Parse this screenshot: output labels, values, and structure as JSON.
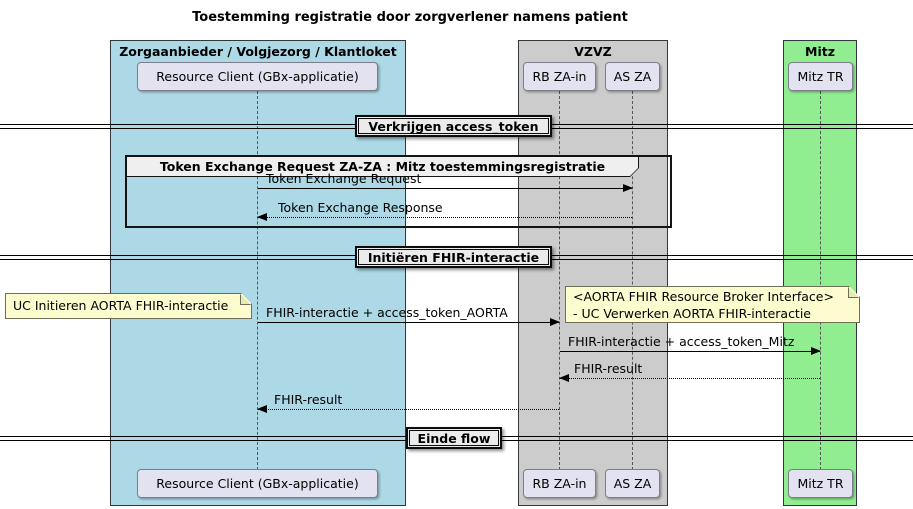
{
  "title": "Toestemming registratie door zorgverlener namens patient",
  "boxes": [
    {
      "label": "Zorgaanbieder / Volgjezorg / Klantloket",
      "color": "#ADD8E6"
    },
    {
      "label": "VZVZ",
      "color": "#CCCCCC"
    },
    {
      "label": "Mitz",
      "color": "#90EE90"
    }
  ],
  "participants": [
    {
      "id": "resource-client",
      "label": "Resource Client (GBx-applicatie)"
    },
    {
      "id": "rb-za-in",
      "label": "RB ZA-in"
    },
    {
      "id": "as-za",
      "label": "AS ZA"
    },
    {
      "id": "mitz-tr",
      "label": "Mitz TR"
    }
  ],
  "dividers": [
    {
      "label": "Verkrijgen access_token"
    },
    {
      "label": "Initiëren FHIR-interactie"
    },
    {
      "label": "Einde flow"
    }
  ],
  "group": {
    "label": "Token Exchange Request ZA-ZA : Mitz toestemmingsregistratie"
  },
  "messages": [
    {
      "label": "Token Exchange Request",
      "from": "resource-client",
      "to": "as-za",
      "style": "solid"
    },
    {
      "label": "Token Exchange Response",
      "from": "as-za",
      "to": "resource-client",
      "style": "dotted"
    },
    {
      "label": "FHIR-interactie + access_token_AORTA",
      "from": "resource-client",
      "to": "rb-za-in",
      "style": "solid"
    },
    {
      "label": "FHIR-interactie + access_token_Mitz",
      "from": "rb-za-in",
      "to": "mitz-tr",
      "style": "solid"
    },
    {
      "label": "FHIR-result",
      "from": "mitz-tr",
      "to": "rb-za-in",
      "style": "dotted"
    },
    {
      "label": "FHIR-result",
      "from": "rb-za-in",
      "to": "resource-client",
      "style": "dotted"
    }
  ],
  "notes": [
    {
      "lines": [
        "UC Initieren AORTA FHIR-interactie"
      ]
    },
    {
      "lines": [
        "<AORTA FHIR Resource Broker Interface>",
        "- UC Verwerken AORTA FHIR-interactie"
      ]
    }
  ],
  "colors": {
    "participant_fill": "#E2E2F0",
    "note_fill": "#FCFCCE",
    "divider_fill": "#EBEBEB"
  }
}
